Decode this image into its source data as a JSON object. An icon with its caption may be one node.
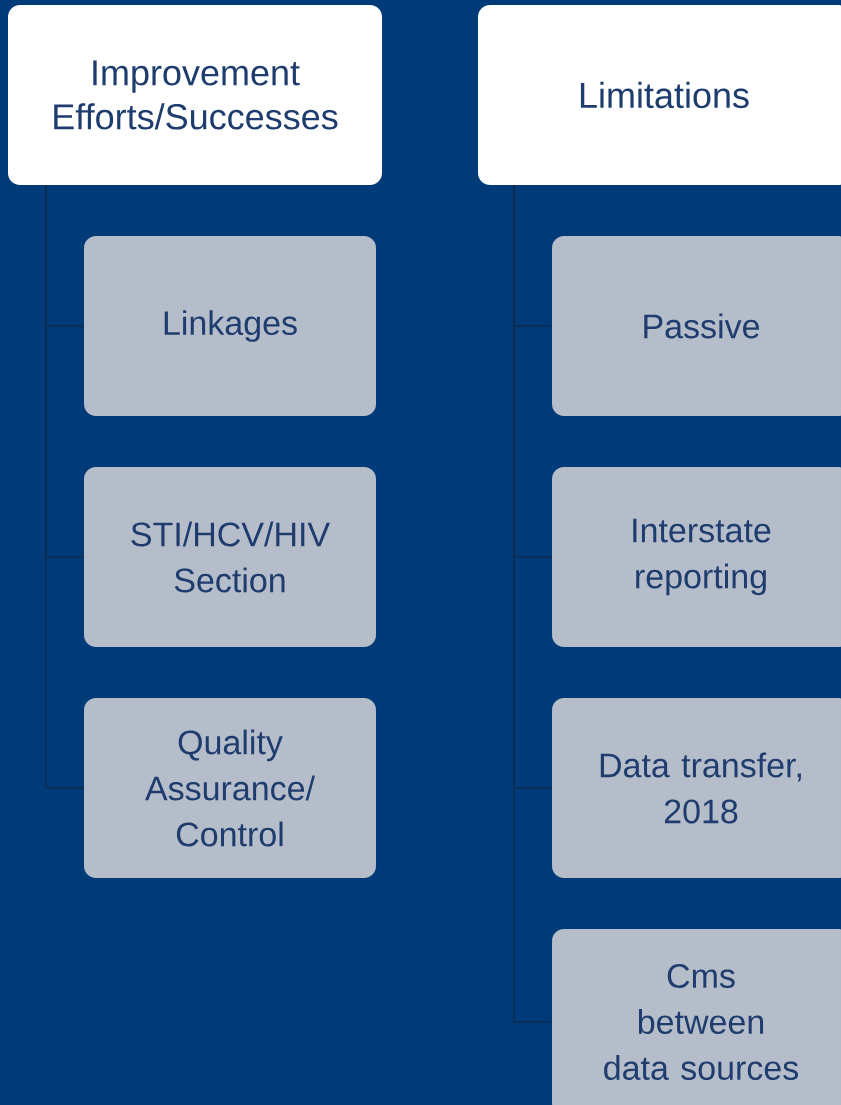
{
  "diagram": {
    "nodes": [
      {
        "text": [
          "Improvement Efforts/Successes"
        ]
      },
      {
        "text": [
          "Linkages"
        ]
      },
      {
        "text": [
          "STI/HCV/HIV Section"
        ]
      },
      {
        "text": [
          "Quality Assurance/ Control"
        ]
      },
      {
        "text": [
          "Limitations"
        ]
      },
      {
        "text": [
          "Passive"
        ]
      },
      {
        "text": [
          "Interstate reporting"
        ]
      },
      {
        "text": [
          "Data transfer, 2018"
        ]
      },
      {
        "text": [
          "Cms between data sources"
        ]
      }
    ],
    "edges": [
      {
        "from": 0,
        "to": 1,
        "arrow": "none"
      },
      {
        "from": 0,
        "to": 2,
        "arrow": "none"
      },
      {
        "from": 0,
        "to": 3,
        "arrow": "none"
      },
      {
        "from": 4,
        "to": 5,
        "arrow": "none"
      },
      {
        "from": 4,
        "to": 6,
        "arrow": "none"
      },
      {
        "from": 4,
        "to": 7,
        "arrow": "none"
      },
      {
        "from": 4,
        "to": 8,
        "arrow": "none"
      }
    ]
  }
}
